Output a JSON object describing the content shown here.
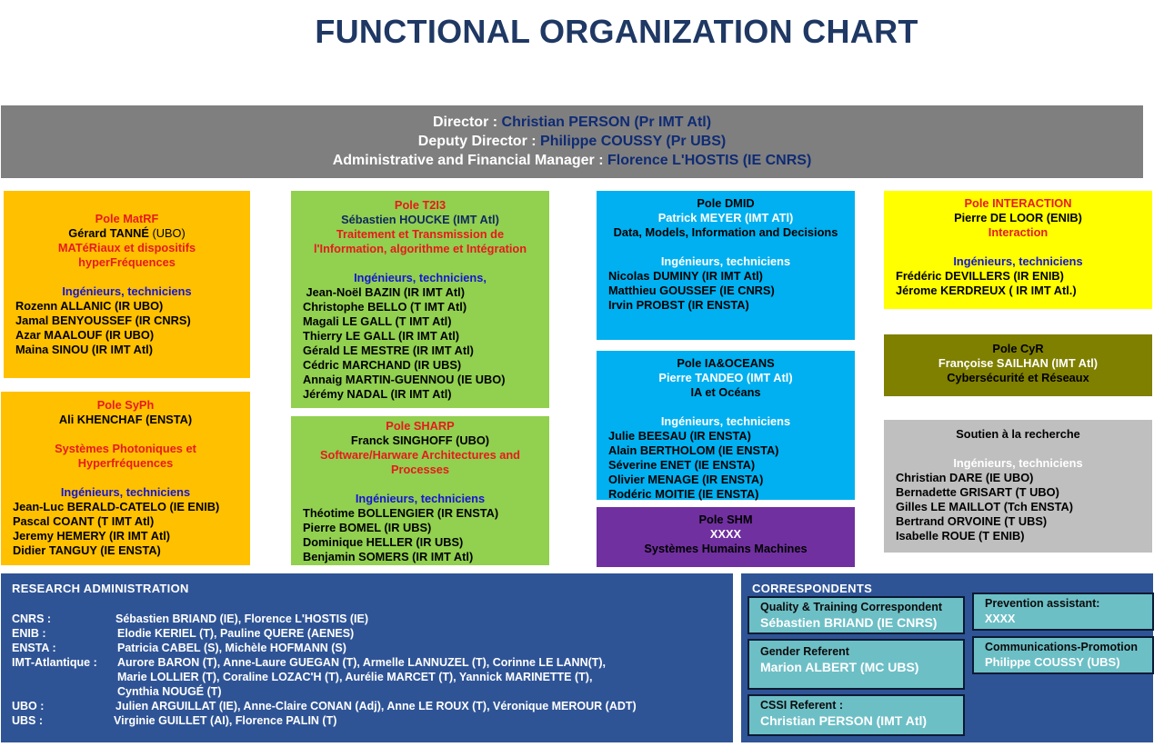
{
  "title": "FUNCTIONAL ORGANIZATION CHART",
  "direction": {
    "director_label": "Director :",
    "director_name": "Christian PERSON (Pr IMT Atl)",
    "deputy_label": "Deputy Director :",
    "deputy_name": "Philippe COUSSY (Pr UBS)",
    "admin_label": "Administrative and Financial Manager :",
    "admin_name": "Florence L'HOSTIS (IE CNRS)"
  },
  "staff_header": "Ingénieurs, techniciens",
  "staff_header_comma": "Ingénieurs, techniciens,",
  "poles": {
    "matrf": {
      "name": "Pole MatRF",
      "head": "Gérard TANNÉ",
      "head_aff": "(UBO)",
      "theme": [
        "MATéRiaux et  dispositifs",
        "hyperFréquences"
      ],
      "staff": [
        "Rozenn ALLANIC (IR UBO)",
        "Jamal BENYOUSSEF (IR CNRS)",
        "Azar MAALOUF (IR UBO)",
        "Maina SINOU (IR IMT Atl)"
      ]
    },
    "syph": {
      "name": "Pole SyPh",
      "head": "Ali KHENCHAF (ENSTA)",
      "theme": [
        "Systèmes Photoniques et",
        "Hyperfréquences"
      ],
      "staff": [
        "Jean-Luc BERALD-CATELO (IE ENIB)",
        "Pascal COANT (T IMT Atl)",
        "Jeremy HEMERY (IR IMT Atl)",
        "Didier TANGUY (IE ENSTA)"
      ]
    },
    "t2i3": {
      "name": "Pole T2I3",
      "head": "Sébastien HOUCKE (IMT Atl)",
      "theme": [
        "Traitement et Transmission de",
        "l'Information, algorithme et Intégration"
      ],
      "staff": [
        " Jean-Noël BAZIN (IR IMT Atl)",
        "Christophe BELLO (T IMT Atl)",
        "Magali LE GALL (T IMT Atl)",
        "Thierry LE GALL (IR IMT Atl)",
        "Gérald LE MESTRE (IR IMT Atl)",
        "Cédric MARCHAND (IR UBS)",
        "Annaig MARTIN-GUENNOU (IE UBO)",
        "Jérémy NADAL (IR IMT Atl)"
      ]
    },
    "sharp": {
      "name": "Pole SHARP",
      "head": "Franck SINGHOFF (UBO)",
      "theme": [
        "Software/Harware Architectures and",
        "Processes"
      ],
      "staff": [
        "Théotime BOLLENGIER (IR ENSTA)",
        "Pierre BOMEL (IR UBS)",
        "Dominique HELLER (IR UBS)",
        "Benjamin SOMERS (IR IMT Atl)"
      ]
    },
    "dmid": {
      "name": "Pole DMID",
      "head": "Patrick MEYER (IMT ATl)",
      "theme": "Data, Models, Information and Decisions",
      "staff": [
        "Nicolas DUMINY (IR IMT Atl)",
        "Matthieu GOUSSEF (IE CNRS)",
        "Irvin PROBST (IR ENSTA)"
      ]
    },
    "iaoceans": {
      "name": "Pole IA&OCEANS",
      "head": "Pierre TANDEO (IMT Atl)",
      "theme": "IA et Océans",
      "staff": [
        "Julie BEESAU (IR ENSTA)",
        "Alain BERTHOLOM (IE ENSTA)",
        "Séverine ENET (IE ENSTA)",
        "Olivier MENAGE (IR ENSTA)",
        "Rodéric MOITIE (IE ENSTA)"
      ]
    },
    "shm": {
      "name": "Pole SHM",
      "head": "XXXX",
      "theme": "Systèmes Humains Machines"
    },
    "interaction": {
      "name": "Pole INTERACTION",
      "head": "Pierre DE LOOR (ENIB)",
      "theme": "Interaction",
      "staff": [
        "Frédéric DEVILLERS (IR ENIB)",
        "Jérome KERDREUX ( IR IMT Atl.)"
      ]
    },
    "cyr": {
      "name": "Pole CyR",
      "head": "Françoise SAILHAN (IMT Atl)",
      "theme": "Cybersécurité et Réseaux"
    },
    "soutien": {
      "name": "Soutien à la recherche",
      "staff": [
        "Christian DARE (IE UBO)",
        "Bernadette GRISART (T UBO)",
        "Gilles LE MAILLOT (Tch ENSTA)",
        "Bertrand ORVOINE (T UBS)",
        "Isabelle ROUE (T ENIB)"
      ]
    }
  },
  "research_admin": {
    "title": "RESEARCH ADMINISTRATION",
    "rows": [
      {
        "org": "CNRS :",
        "lines": [
          "Sébastien BRIAND (IE),  Florence L'HOSTIS (IE)"
        ]
      },
      {
        "org": "ENIB :",
        "lines": [
          "Elodie KERIEL (T),  Pauline QUERE (AENES)"
        ]
      },
      {
        "org": "ENSTA :",
        "lines": [
          "Patricia CABEL (S), Michèle HOFMANN (S)"
        ]
      },
      {
        "org": "IMT-Atlantique :",
        "lines": [
          "Aurore BARON (T), Anne-Laure GUEGAN (T), Armelle LANNUZEL (T), Corinne LE LANN(T),",
          "Marie LOLLIER (T), Coraline LOZAC'H (T), Aurélie MARCET (T), Yannick MARINETTE (T),",
          "Cynthia NOUGÉ (T)"
        ]
      },
      {
        "org": "UBO :",
        "lines": [
          "Julien ARGUILLAT (IE), Anne-Claire CONAN (Adj), Anne LE ROUX (T), Véronique MEROUR (ADT)"
        ]
      },
      {
        "org": "UBS :",
        "lines": [
          "Virginie GUILLET (AI), Florence PALIN (T)"
        ]
      }
    ]
  },
  "correspondents": {
    "title": "CORRESPONDENTS",
    "quality": {
      "role": "Quality & Training Correspondent",
      "name": "Sébastien BRIAND (IE CNRS)"
    },
    "prevention": {
      "role": "Prevention assistant:",
      "name": "XXXX"
    },
    "gender": {
      "role": "Gender Referent",
      "name": "Marion ALBERT (MC UBS)"
    },
    "communications": {
      "role": "Communications-Promotion",
      "name": "Philippe COUSSY (UBS)"
    },
    "cssi": {
      "role": "CSSI Referent :",
      "name": "Christian PERSON (IMT Atl)"
    }
  }
}
